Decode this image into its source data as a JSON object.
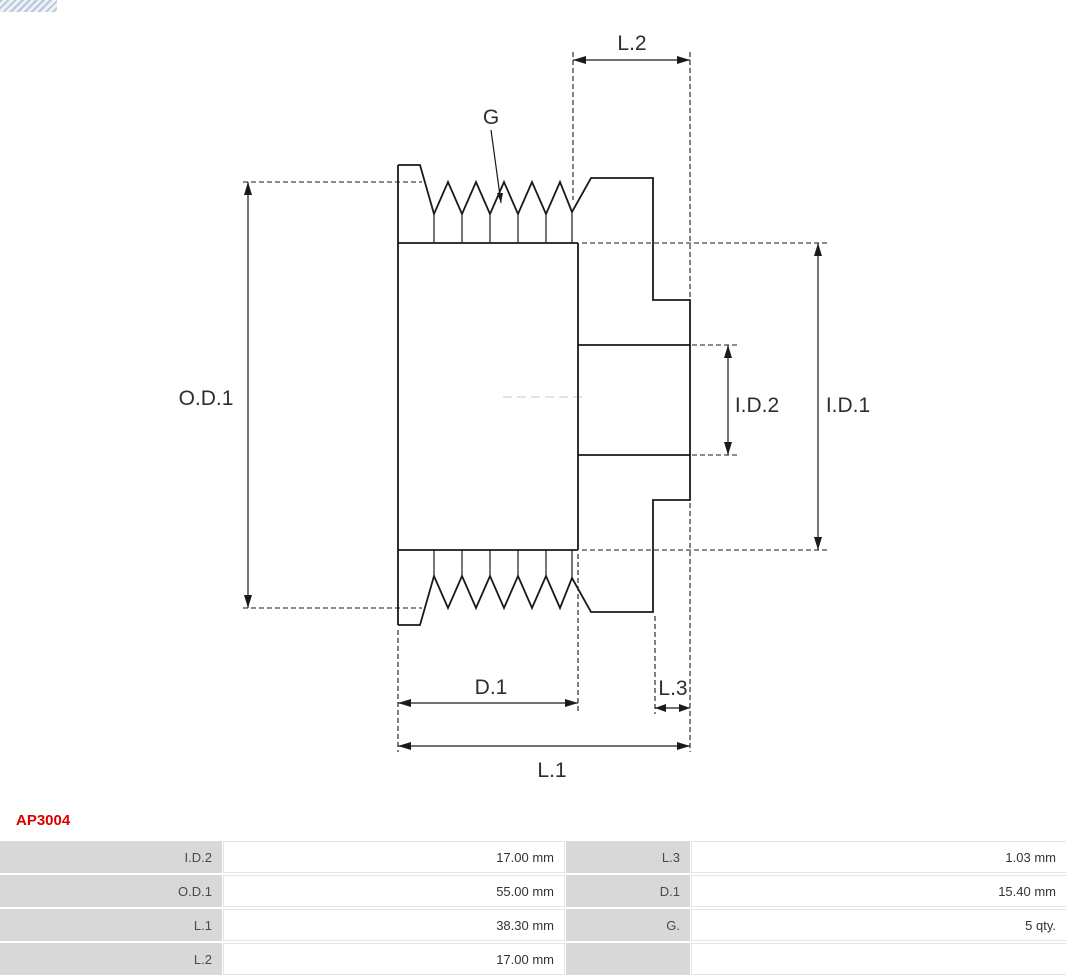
{
  "part_number": "AP3004",
  "diagram": {
    "labels": {
      "od1": "O.D.1",
      "id1": "I.D.1",
      "id2": "I.D.2",
      "d1": "D.1",
      "l1": "L.1",
      "l2": "L.2",
      "l3": "L.3",
      "g": "G"
    }
  },
  "colors": {
    "part_number_red": "#d60000",
    "drawing_line": "#1a1a1a",
    "table_label_bg": "#d8d8d8",
    "table_value_border": "#e4e4e4"
  },
  "specs": {
    "rows": [
      {
        "label1": "I.D.2",
        "value1": "17.00 mm",
        "label2": "L.3",
        "value2": "1.03 mm"
      },
      {
        "label1": "O.D.1",
        "value1": "55.00 mm",
        "label2": "D.1",
        "value2": "15.40 mm"
      },
      {
        "label1": "L.1",
        "value1": "38.30 mm",
        "label2": "G.",
        "value2": "5 qty."
      },
      {
        "label1": "L.2",
        "value1": "17.00 mm",
        "label2": "",
        "value2": ""
      }
    ]
  }
}
